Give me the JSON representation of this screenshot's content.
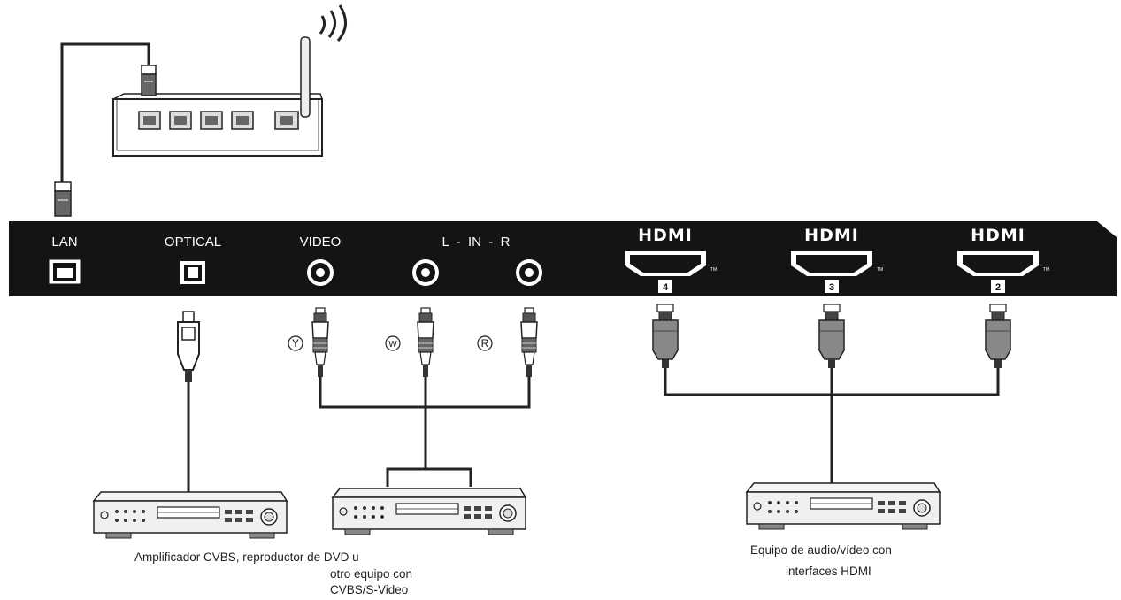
{
  "panel": {
    "lan": "LAN",
    "optical": "OPTICAL",
    "video": "VIDEO",
    "audio_in": "L  -  IN  -  R",
    "hdmi_logo": "HDMI",
    "hdmi_ports": [
      "4",
      "3",
      "2"
    ]
  },
  "rca_plugs": [
    "Y",
    "W",
    "R"
  ],
  "captions": {
    "left_line1": "Amplificador CVBS, reproductor de DVD u",
    "left_line2": "otro equipo con",
    "left_line3": "CVBS/S-Video",
    "right_line1": "Equipo de audio/vídeo con",
    "right_line2": "interfaces HDMI"
  }
}
